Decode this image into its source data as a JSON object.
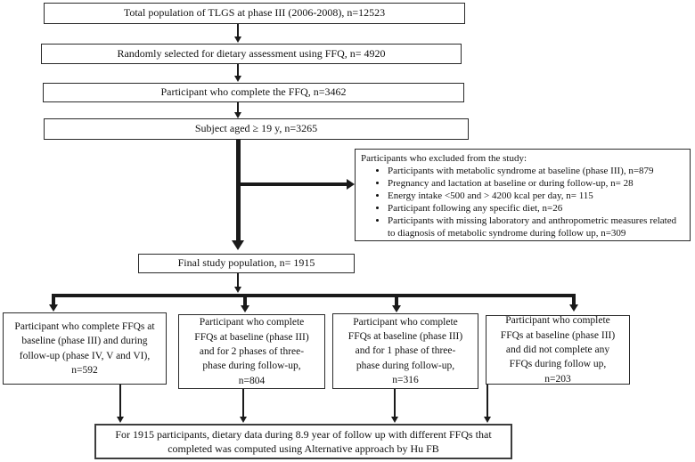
{
  "diagram": {
    "ink_color": "#1a1a1a",
    "background_color": "#ffffff"
  },
  "nodes": {
    "total_population": "Total population of TLGS at phase III (2006-2008), n=12523",
    "random_selection": "Randomly selected for dietary assessment using FFQ, n= 4920",
    "ffq_complete": "Participant who complete the FFQ, n=3462",
    "age_filter": "Subject aged ≥ 19 y, n=3265",
    "final_population": "Final study population, n= 1915",
    "branch_complete_all": "Participant who complete FFQs at\nbaseline (phase III) and during\nfollow-up (phase IV, V and VI),\nn=592",
    "branch_two_phases": "Participant who complete\nFFQs at baseline (phase III)\nand for 2 phases of three-\nphase during follow-up,\nn=804",
    "branch_one_phase": "Participant who complete\nFFQs at baseline (phase III)\nand for 1 phase of three-\nphase during follow-up,\nn=316",
    "branch_none": "Participant who complete\nFFQs at baseline (phase III)\nand did not complete any\nFFQs during follow up,\nn=203",
    "summary": "For 1915 participants, dietary data during 8.9 year of follow up with different FFQs that\ncompleted was computed using Alternative approach by Hu FB"
  },
  "exclusion": {
    "title": "Participants who excluded from the study:",
    "items": [
      "Participants with metabolic syndrome at baseline (phase III), n=879",
      "Pregnancy and lactation at baseline or during follow-up, n= 28",
      "Energy intake <500 and > 4200 kcal per day, n= 115",
      "Participant following any specific diet, n=26",
      "Participants with missing laboratory and anthropometric measures related to diagnosis of metabolic syndrome during follow up, n=309"
    ]
  }
}
